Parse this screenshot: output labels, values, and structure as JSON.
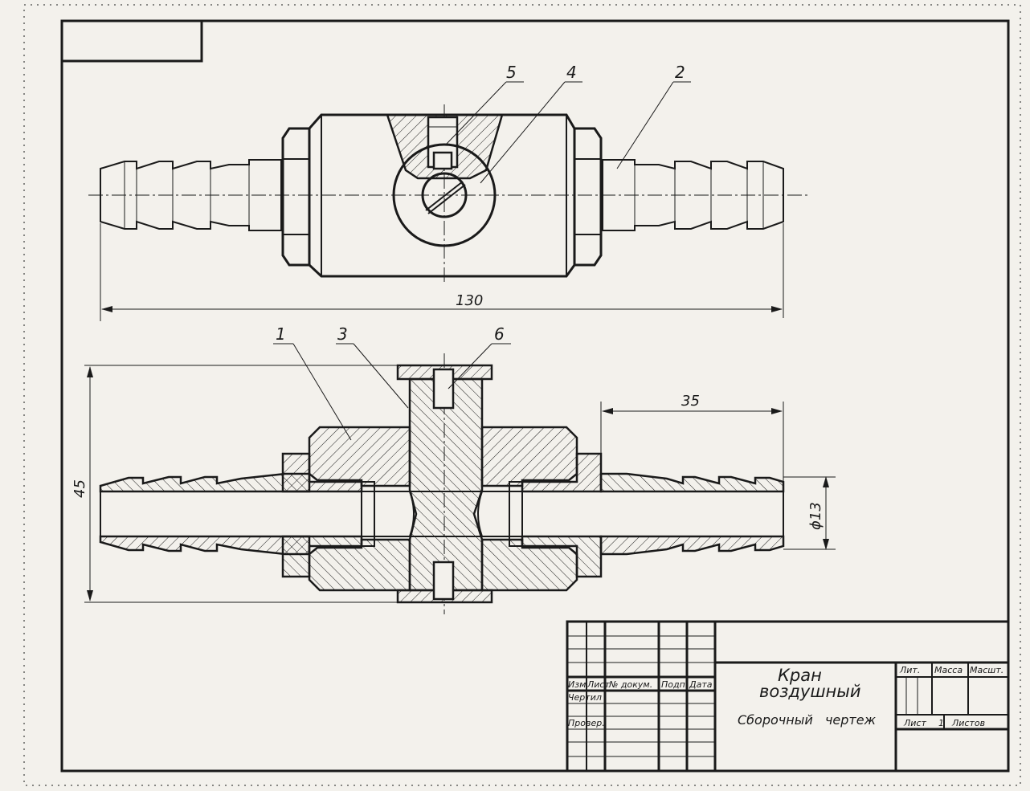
{
  "positions": {
    "p1": "1",
    "p2": "2",
    "p3": "3",
    "p4": "4",
    "p5": "5",
    "p6": "6"
  },
  "dimensions": {
    "d130": "130",
    "d45": "45",
    "d35": "35",
    "d13": "ϕ13"
  },
  "title_block": {
    "title_line1": "Кран",
    "title_line2": "воздушный",
    "doc_type": "Сборочный   чертеж",
    "col_izm": "Изм",
    "col_list": "Лист",
    "col_doc": "№ докум.",
    "col_sign": "Подп.",
    "col_date": "Дата",
    "row_drawn": "Чертил",
    "row_checked": "Провер.",
    "lit": "Лит.",
    "massa": "Масса",
    "masht": "Масшт.",
    "sheet": "Лист",
    "sheet_no": "1",
    "sheets": "Листов"
  }
}
